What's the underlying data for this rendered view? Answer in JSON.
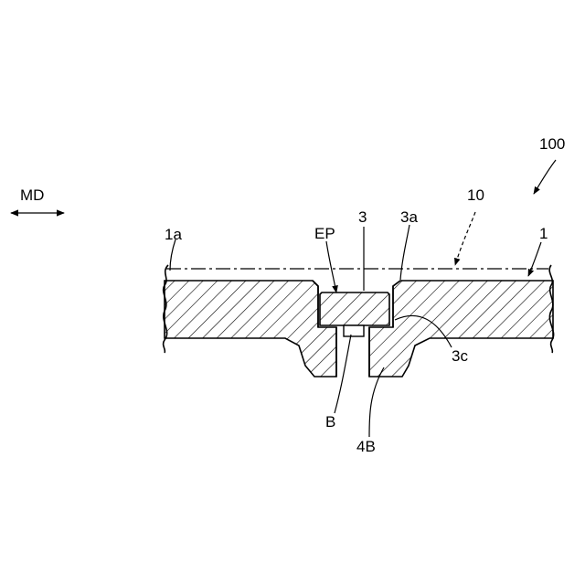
{
  "figure": {
    "labels": {
      "assembly": "100",
      "axis_line": "10",
      "direction": "MD",
      "base": "1",
      "base_surface": "1a",
      "insert": "3",
      "insert_surface": "3a",
      "insert_edge": "3c",
      "probe": "EP",
      "bore": "B",
      "boss": "4B"
    }
  }
}
